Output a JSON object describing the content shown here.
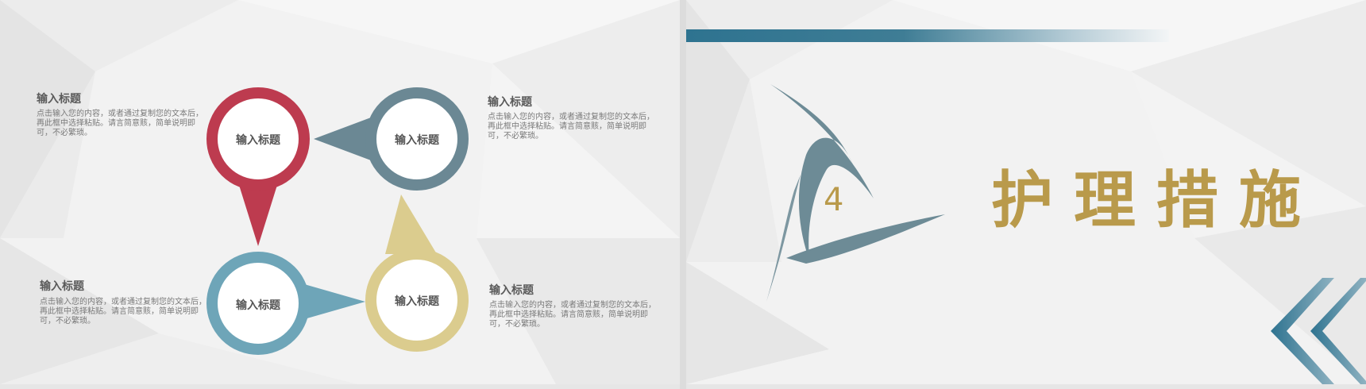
{
  "left_slide": {
    "blocks": [
      {
        "title": "输入标题",
        "body": "点击输入您的内容，或者通过复制您的文本后，再此框中选择粘贴。请言简意赅，简单说明即可，不必繁琐。"
      },
      {
        "title": "输入标题",
        "body": "点击输入您的内容，或者通过复制您的文本后，再此框中选择粘贴。请言简意赅，简单说明即可，不必繁琐。"
      },
      {
        "title": "输入标题",
        "body": "点击输入您的内容，或者通过复制您的文本后，再此框中选择粘贴。请言简意赅，简单说明即可，不必繁琐。"
      },
      {
        "title": "输入标题",
        "body": "点击输入您的内容，或者通过复制您的文本后，再此框中选择粘贴。请言简意赅，简单说明即可，不必繁琐。"
      }
    ],
    "circles": [
      {
        "label": "输入标题",
        "color": "#bd3b4f"
      },
      {
        "label": "输入标题",
        "color": "#6b8894"
      },
      {
        "label": "输入标题",
        "color": "#6ea5b8"
      },
      {
        "label": "输入标题",
        "color": "#dbcc8e"
      }
    ]
  },
  "right_slide": {
    "section_number": "4",
    "title": "护理措施",
    "colors": {
      "accent_gold": "#b99a4b",
      "accent_teal": "#3f7d95",
      "logo_gray": "#6d8b96"
    }
  }
}
